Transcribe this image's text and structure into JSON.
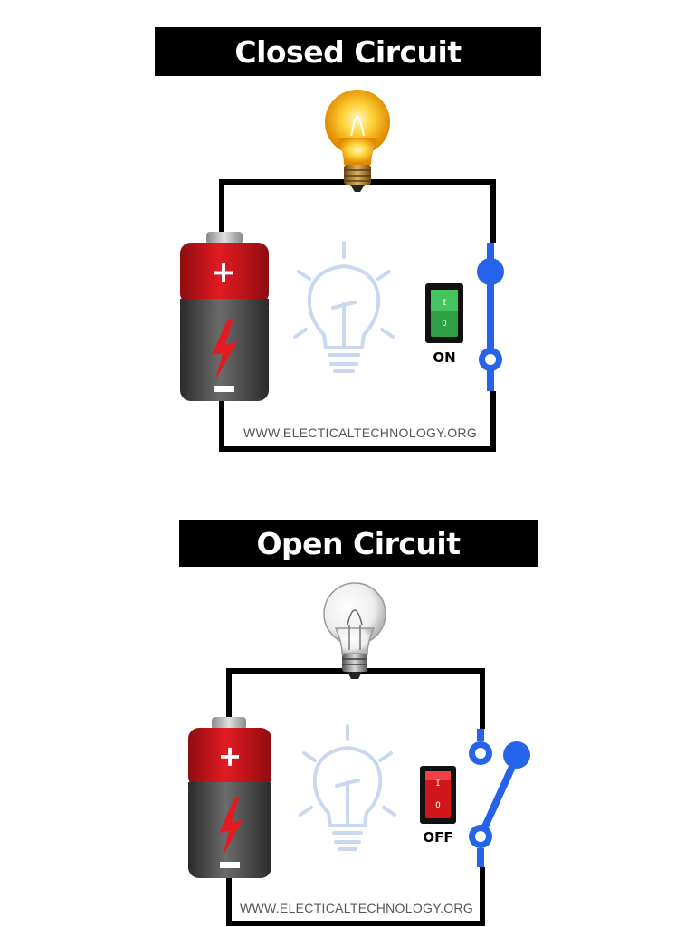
{
  "closed_circuit": {
    "title": "Closed Circuit",
    "switch_state": "ON",
    "switch_on_mark": "I",
    "switch_off_mark": "O",
    "bulb_state": "lit",
    "website": "WWW.ELECTICALTECHNOLOGY.ORG",
    "switch_color": "#2ea043",
    "wire_switch_color": "#2563eb"
  },
  "open_circuit": {
    "title": "Open Circuit",
    "switch_state": "OFF",
    "switch_on_mark": "I",
    "switch_off_mark": "O",
    "bulb_state": "unlit",
    "website": "WWW.ELECTICALTECHNOLOGY.ORG",
    "switch_color": "#d0161b",
    "wire_switch_color": "#2563eb"
  },
  "battery": {
    "positive_symbol": "+",
    "negative_symbol": "−",
    "top_color": "#d0161b",
    "bottom_color": "#4a4a4a"
  }
}
